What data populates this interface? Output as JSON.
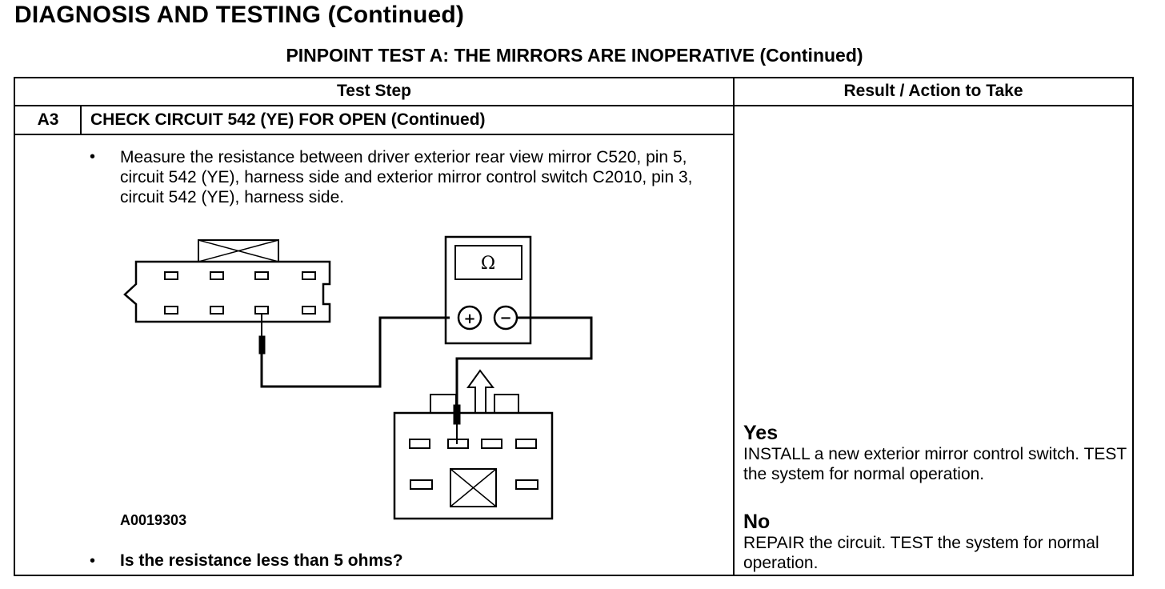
{
  "header": {
    "section_title": "DIAGNOSIS AND TESTING (Continued)",
    "test_title": "PINPOINT TEST A: THE MIRRORS ARE INOPERATIVE (Continued)"
  },
  "table": {
    "col_test_step": "Test Step",
    "col_result": "Result / Action to Take"
  },
  "step": {
    "id": "A3",
    "title": "CHECK CIRCUIT 542 (YE) FOR OPEN (Continued)",
    "bullet_char": "•",
    "instruction": "Measure the resistance between driver exterior rear view mirror C520, pin 5, circuit 542 (YE), harness side and exterior mirror control switch C2010, pin 3, circuit 542 (YE), harness side.",
    "figure_id": "A0019303",
    "question": "Is the resistance less than 5 ohms?"
  },
  "meter": {
    "display_symbol": "Ω",
    "plus_symbol": "+",
    "minus_symbol": "−"
  },
  "results": {
    "yes_label": "Yes",
    "yes_action": "INSTALL a new exterior mirror control switch. TEST the system for normal operation.",
    "no_label": "No",
    "no_action": "REPAIR the circuit. TEST the system for normal operation."
  }
}
